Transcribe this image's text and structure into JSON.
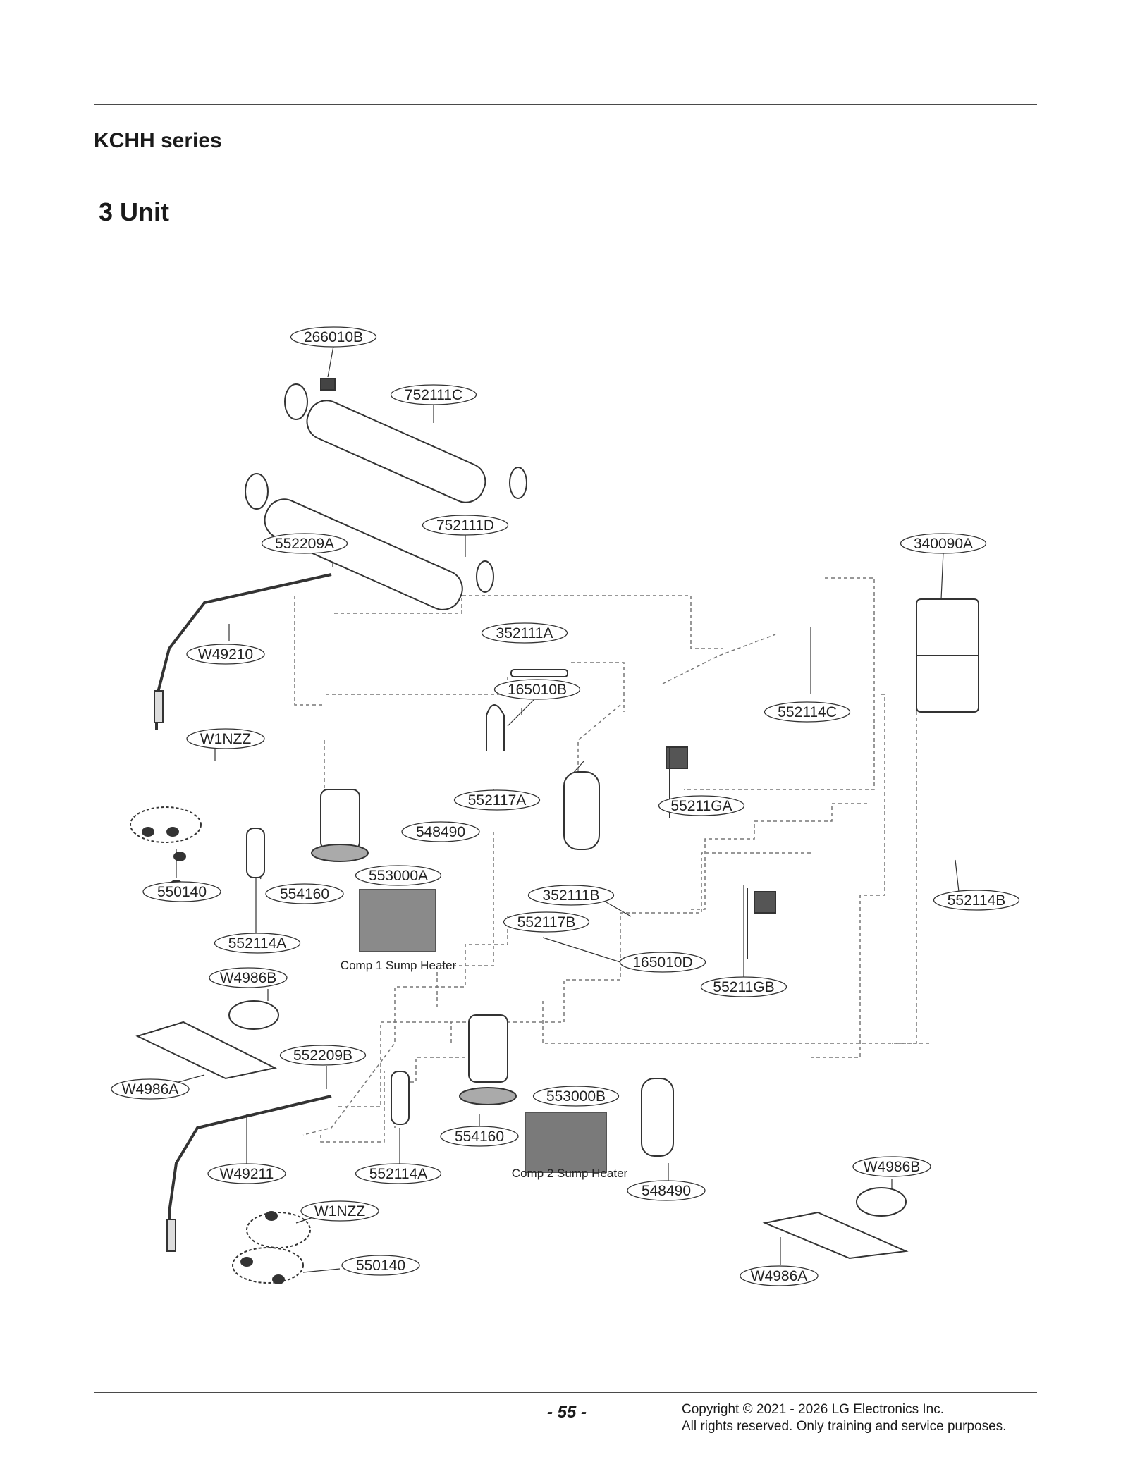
{
  "header": {
    "series_title": "KCHH series",
    "unit_title": "3 Unit"
  },
  "parts": [
    "266010B",
    "752111C",
    "752111D",
    "552209A",
    "340090A",
    "352111A",
    "W49210",
    "165010B",
    "552114C",
    "W1NZZ",
    "552117A",
    "55211GA",
    "548490",
    "553000A",
    "550140",
    "554160",
    "352111B",
    "552114B",
    "552117B",
    "552114A",
    "165010D",
    "W4986B",
    "55211GB",
    "552209B",
    "W4986A",
    "553000B",
    "554160",
    "W49211",
    "552114A",
    "548490",
    "W4986B",
    "W1NZZ",
    "W4986A",
    "550140"
  ],
  "captions": {
    "comp1": "Comp 1 Sump Heater",
    "comp2": "Comp 2 Sump Heater"
  },
  "footer": {
    "page_number": "- 55 -",
    "copyright_line1": "Copyright © 2021 - 2026 LG Electronics Inc.",
    "copyright_line2": "All rights reserved. Only training and service purposes."
  }
}
